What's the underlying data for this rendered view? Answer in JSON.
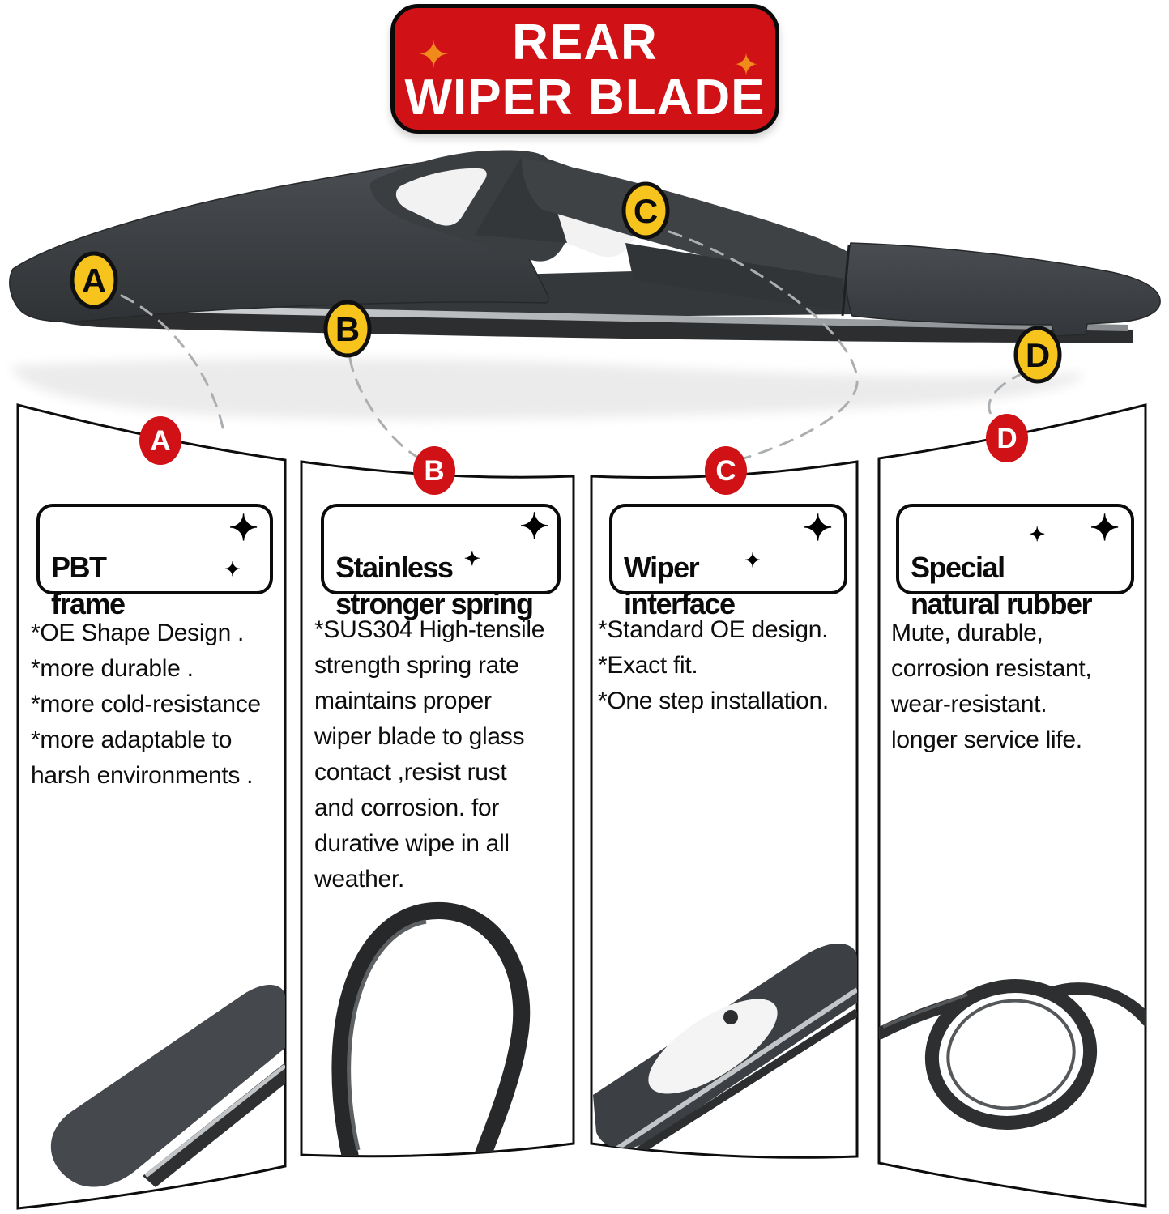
{
  "colors": {
    "badge_red": "#d01116",
    "callout_yellow": "#f6c41c",
    "sparkle_orange": "#ef8a1b",
    "ink": "#0e0e0e"
  },
  "icons": {
    "sparkle": "✦"
  },
  "banner": {
    "line1": "REAR",
    "line2": "WIPER BLADE"
  },
  "callouts": [
    {
      "letter": "A"
    },
    {
      "letter": "B"
    },
    {
      "letter": "C"
    },
    {
      "letter": "D"
    }
  ],
  "panels": [
    {
      "letter": "A",
      "title": "PBT\nframe",
      "body": "*OE Shape Design .\n*more durable .\n*more cold-resistance\n*more adaptable to\nharsh environments .",
      "photo": "wiper-end-cap-closeup"
    },
    {
      "letter": "B",
      "title": "Stainless\nstronger spring",
      "body": "*SUS304 High-tensile\nstrength spring rate\nmaintains proper\nwiper blade to glass\ncontact ,resist rust\nand corrosion. for\ndurative wipe in all\nweather.",
      "photo": "spring-steel-band-closeup"
    },
    {
      "letter": "C",
      "title": "Wiper\ninterface",
      "body": "*Standard OE design.\n*Exact fit.\n*One step installation.",
      "photo": "wiper-interface-closeup"
    },
    {
      "letter": "D",
      "title": "Special\nnatural rubber",
      "body": "Mute, durable,\ncorrosion resistant,\nwear-resistant.\nlonger service life.",
      "photo": "rubber-strip-coil-closeup"
    }
  ]
}
